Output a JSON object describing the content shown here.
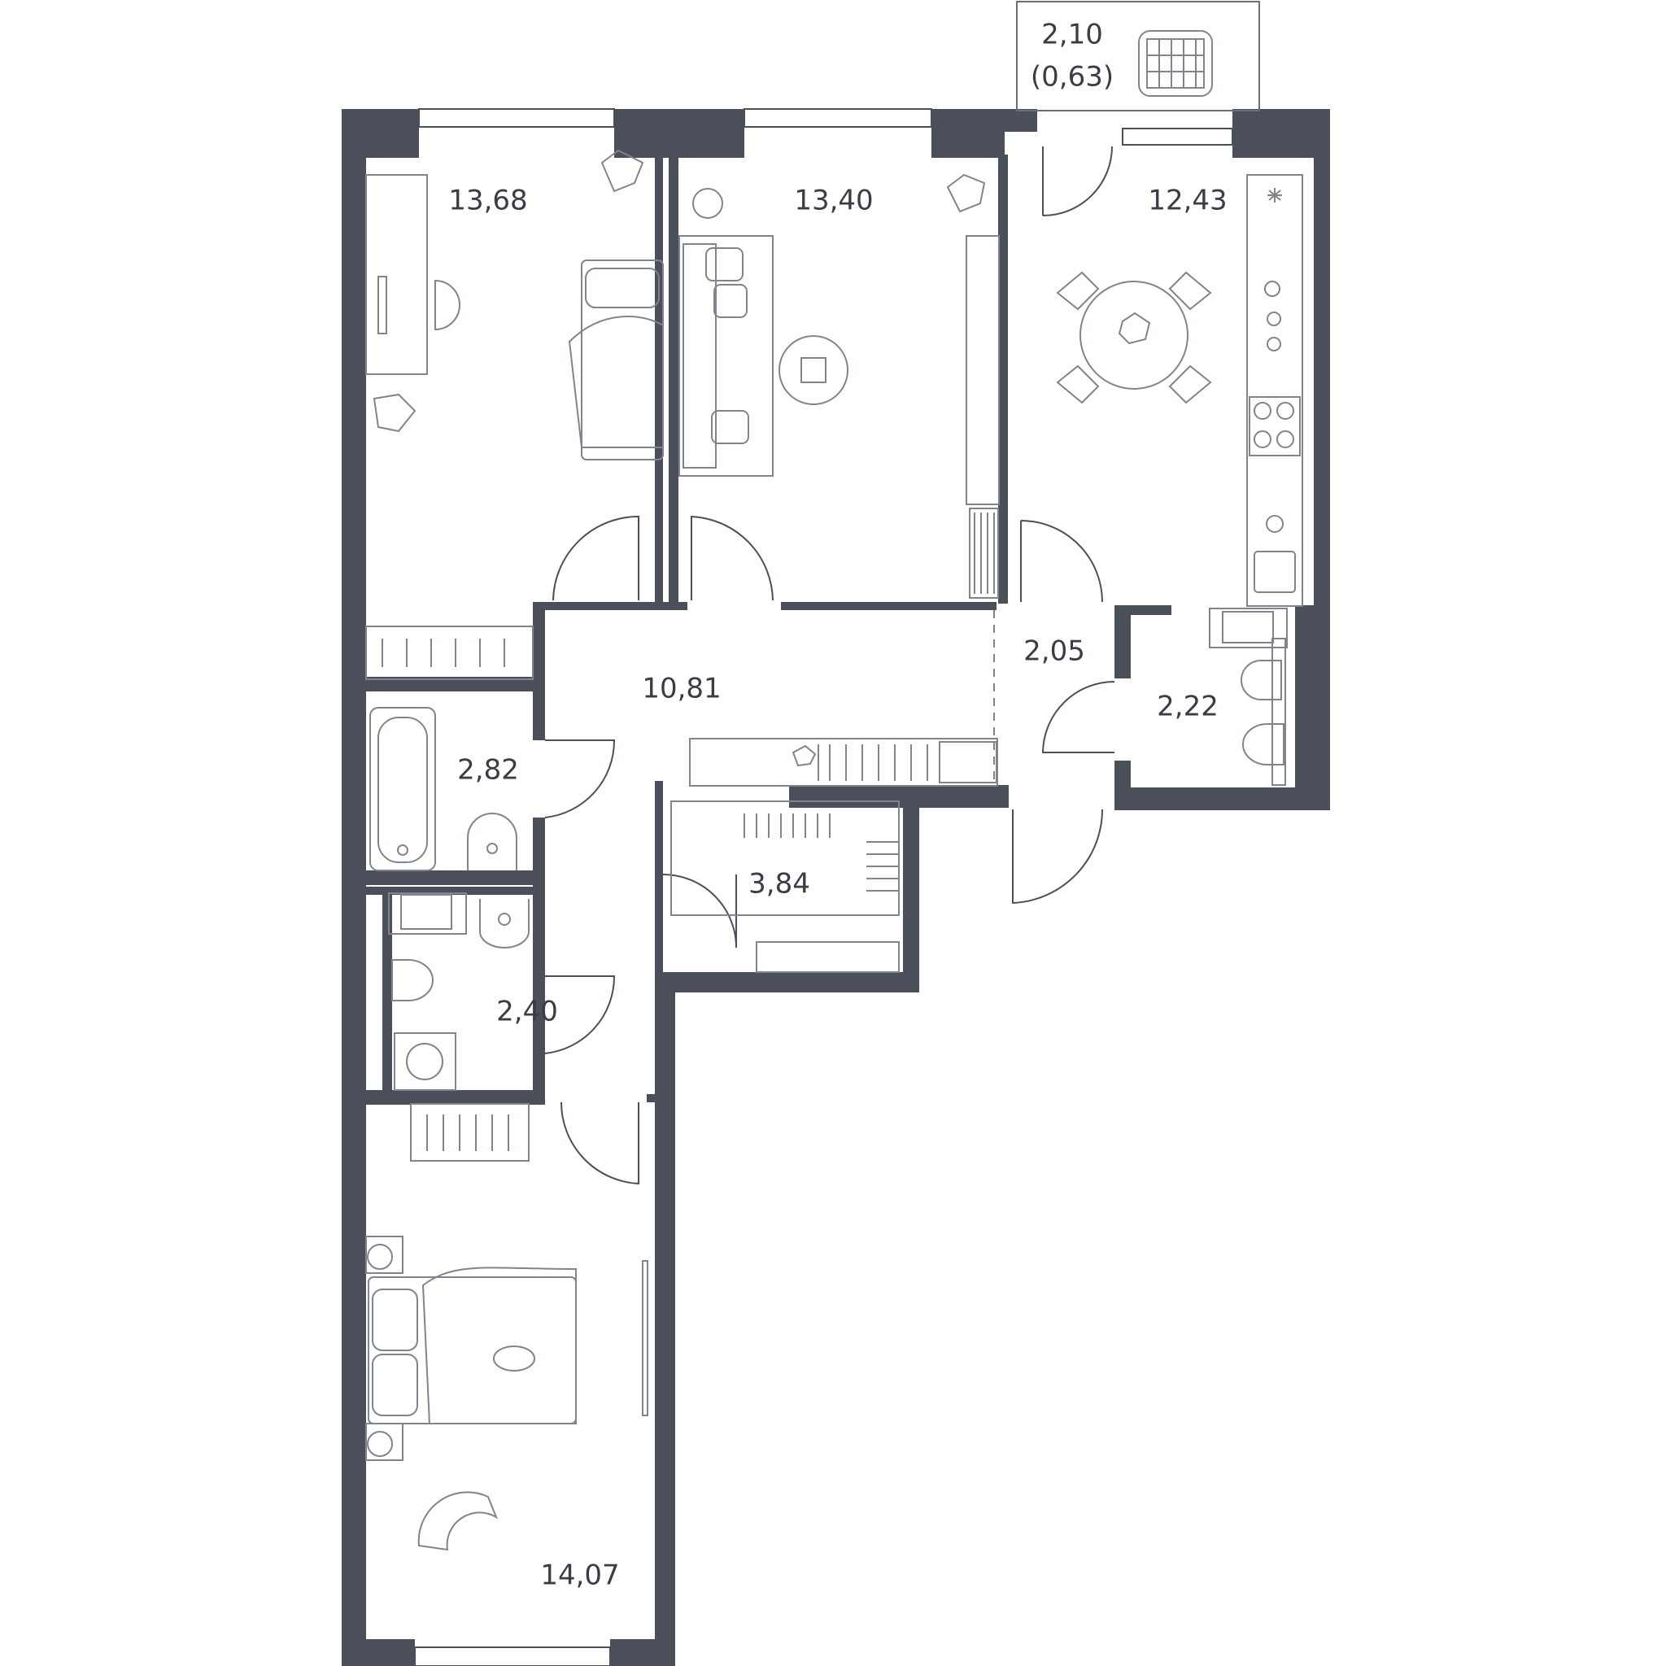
{
  "rooms": {
    "bedroom_north_west": "13,68",
    "living_room": "13,40",
    "kitchen": "12,43",
    "balcony": "2,10",
    "balcony_reduced": "(0,63)",
    "hallway": "10,81",
    "vestibule": "2,05",
    "wc_east": "2,22",
    "bathroom": "2,82",
    "wc_laundry": "2,40",
    "wardrobe": "3,84",
    "bedroom_south": "14,07"
  },
  "colors": {
    "wall": "#4b4f5a",
    "furniture_line": "#80848d",
    "background": "#ffffff"
  }
}
